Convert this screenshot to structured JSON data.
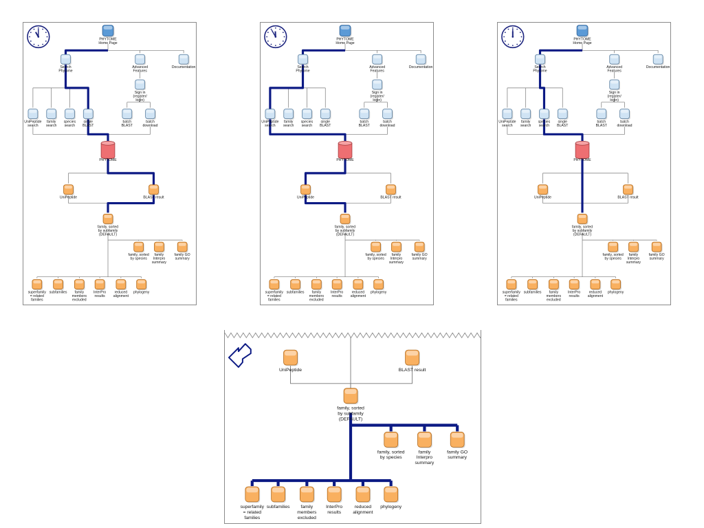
{
  "colors": {
    "path": "#0c1a84",
    "line": "#777777",
    "blue_node_fill": "#cfe3f4",
    "blue_node_stroke": "#5c7f9e",
    "home_node_fill": "#5b9ad6",
    "orange_node_fill": "#f9b060",
    "orange_node_stroke": "#b06a1e",
    "db_fill": "#ee6f72",
    "clock_stroke": "#1b237e"
  },
  "icons": [
    "clock-icon",
    "back-arrow-icon",
    "database-icon"
  ],
  "nodes": {
    "home": [
      "PHYTOME",
      "Home Page"
    ],
    "search": [
      "Search",
      "Phytome"
    ],
    "advanced": [
      "Advanced",
      "Features"
    ],
    "documentation": [
      "Documentation"
    ],
    "signin": [
      "Sign in",
      "(register/",
      "login)"
    ],
    "unipep_search": [
      "UniPeptide",
      "search"
    ],
    "family_search": [
      "family",
      "search"
    ],
    "species_search": [
      "species",
      "search"
    ],
    "single_blast": [
      "single",
      "BLAST"
    ],
    "batch_blast": [
      "batch",
      "BLAST"
    ],
    "batch_download": [
      "batch",
      "download"
    ],
    "phytome_db": [
      "PHYTOME"
    ],
    "unipeptide": [
      "UniPeptide"
    ],
    "blast_result": [
      "BLAST result"
    ],
    "family_default": [
      "family, sorted",
      "by subfamily",
      "(DEFAULT)"
    ],
    "family_species": [
      "family, sorted",
      "by species"
    ],
    "family_interpro": [
      "family",
      "Interpro",
      "summary"
    ],
    "family_go": [
      "family GO",
      "summary"
    ],
    "superfamily": [
      "superfamily",
      "= related",
      "families"
    ],
    "subfamilies": [
      "subfamilies"
    ],
    "family_members": [
      "family",
      "members",
      "excluded"
    ],
    "interpro_results": [
      "InterPro",
      "results"
    ],
    "reduced_alignment": [
      "reduced",
      "alignment"
    ],
    "phylogeny": [
      "phylogeny"
    ]
  },
  "panels": [
    {
      "id": "single-blast",
      "clock_hour": 11,
      "clock_minute": 0
    },
    {
      "id": "unipeptide-search",
      "clock_hour": 11,
      "clock_minute": 55
    },
    {
      "id": "species-search",
      "clock_hour": 12,
      "clock_minute": 0
    }
  ]
}
